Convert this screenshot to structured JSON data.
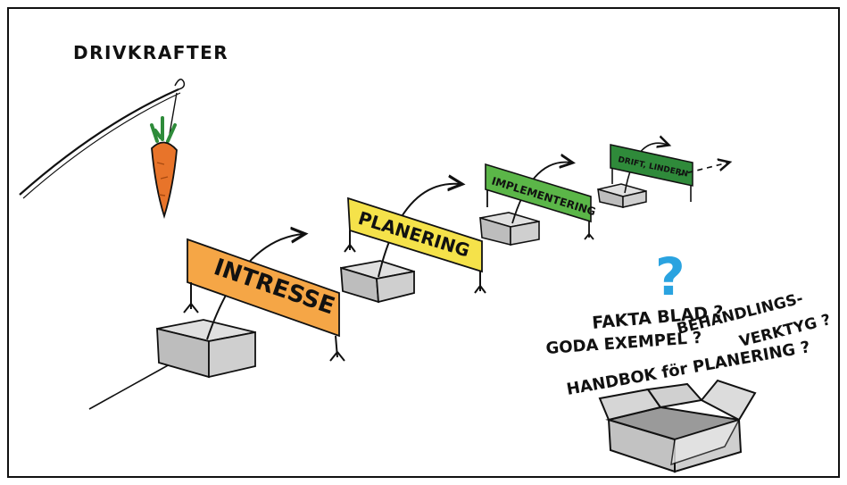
{
  "title": "DRIVKRAFTER",
  "stages": [
    {
      "label": "INTRESSE",
      "color": "#f5a646"
    },
    {
      "label": "PLANERING",
      "color": "#f5e24a"
    },
    {
      "label": "IMPLEMENTERING",
      "color": "#5bb648"
    },
    {
      "label": "DRIFT, LINDERN",
      "color": "#2f8a3a"
    }
  ],
  "question_mark": "?",
  "question_color": "#2aa3e0",
  "questions": {
    "line1": "FAKTA BLAD ?",
    "line2a": "GODA EXEMPEL ?",
    "line2b": "BEHANDLINGS-",
    "line2c": "VERKTYG ?",
    "line3": "HANDBOK för PLANERING ?"
  },
  "colors": {
    "box_gray": "#c9c9c9",
    "carrot": "#e8742a",
    "carrot_leaf": "#2e8b3a"
  }
}
